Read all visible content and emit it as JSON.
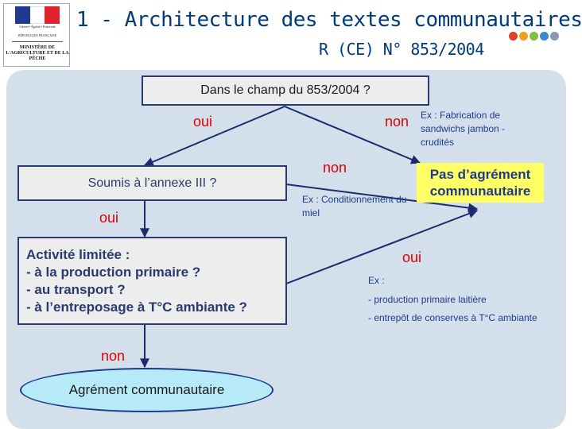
{
  "header": {
    "title": "1 - Architecture des textes communautaires",
    "subtitle": "R (CE) N° 853/2004",
    "logo": {
      "motto": "Liberté • Égalité • Fraternité",
      "republic": "RÉPUBLIQUE FRANÇAISE",
      "ministry": "MINISTÈRE DE L'AGRICULTURE ET DE LA PÊCHE"
    },
    "dot_colors": [
      "#e0402a",
      "#f0a020",
      "#7fbf3f",
      "#3a8ad0",
      "#8a9aaa"
    ]
  },
  "colors": {
    "accent": "#003b7a",
    "answer": "#e00000",
    "example": "#1e3a8a",
    "panel": "#d3dfeb",
    "box_fill": "#ededed",
    "highlight": "#ffff66",
    "final_fill": "#b7eaf8"
  },
  "diagram": {
    "q1": "Dans le champ du 853/2004 ?",
    "q2": "Soumis à l’annexe III ?",
    "q3_lines": [
      "Activité limitée :",
      "- à la production primaire ?",
      "- au transport ?",
      "- à l’entreposage à T°C ambiante ?"
    ],
    "result_no_approval": "Pas d’agrément communautaire",
    "result_approval": "Agrément communautaire",
    "answers": {
      "q1_yes": "oui",
      "q1_no": "non",
      "q2_yes": "oui",
      "q2_no": "non",
      "q3_yes": "oui",
      "q3_no": "non"
    },
    "examples": {
      "q1_no": "Ex : Fabrication de sandwichs jambon - crudités",
      "q2_no": "Ex : Conditionnement du miel",
      "q3_yes_head": "Ex :",
      "q3_yes_1": "- production primaire laitière",
      "q3_yes_2": "- entrepôt de conserves à T°C ambiante"
    }
  }
}
